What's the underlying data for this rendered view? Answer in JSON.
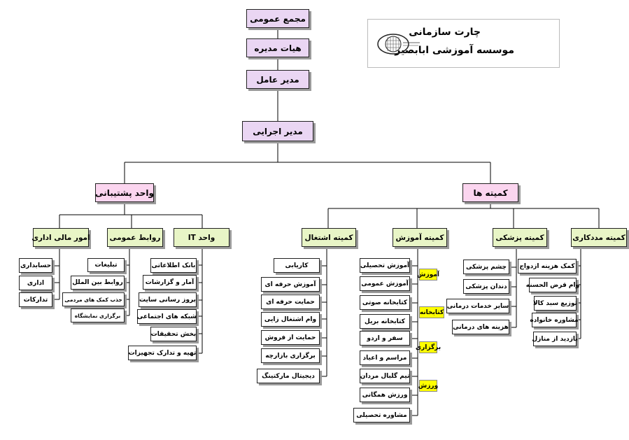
{
  "header": {
    "title": "چارت سازمانی",
    "subtitle": "موسسه آموزشی ابابصیر",
    "logo_icon": "eye-logo-icon"
  },
  "top": {
    "general_assembly": "مجمع عمومی",
    "board": "هیات مدیره",
    "ceo": "مدیر عامل",
    "executive_manager": "مدیر اجرایی"
  },
  "branches": {
    "support": "واحد پشتیبانی",
    "committees": "کمیته ها"
  },
  "support_units": {
    "it": {
      "title": "واحد IT",
      "items": [
        "بانک اطلاعاتی",
        "آمار و گزارشات",
        "بروز رسانی سایت",
        "شبکه های اجتماعی",
        "بخش تحقیقات",
        "تهیه و تدارک تجهیزات"
      ]
    },
    "pr": {
      "title": "روابط عمومی",
      "items": [
        "تبلیغات",
        "روابط بین الملل",
        "جذب کمک های مردمی",
        "برگزاری نمایشگاه"
      ]
    },
    "finance": {
      "title": "امور مالی اداری",
      "items": [
        "حسابداری",
        "اداری",
        "تدارکات"
      ]
    }
  },
  "committees": {
    "aid": {
      "title": "کمیته مددکاری",
      "items": [
        "کمک هزینه ازدواج",
        "وام قرض الحسنه",
        "توزیع سبد کالا",
        "مشاوره خانواده",
        "بازدید از منازل"
      ]
    },
    "medical": {
      "title": "کمیته پزشکی",
      "items": [
        "چشم پزشکی",
        "دندان پزشکی",
        "سایر خدمات درمانی",
        "هزینه های درمانی"
      ]
    },
    "education": {
      "title": "کمیته آموزش",
      "items": [
        "آموزش تحصیلی",
        "آموزش عمومی",
        "کتابخانه صوتی",
        "کتابخانه بریل",
        "سفر و اردو",
        "مراسم و اعیاد",
        "تیم گلبال مردان",
        "ورزش همگانی",
        "مشاوره تحصیلی"
      ],
      "groups": [
        "آموزش",
        "کتابخانه",
        "برگزاری",
        "ورزش"
      ]
    },
    "employment": {
      "title": "کمیته اشتغال",
      "items": [
        "کاریابی",
        "آموزش حرفه ای",
        "حمایت حرفه ای",
        "وام اشتغال زایی",
        "حمایت از فروش",
        "برگزاری بازارچه",
        "دیجیتال مارکتینگ"
      ]
    }
  },
  "colors": {
    "top_fill": "#ead6f3",
    "branch_fill": "#fbd5ef",
    "unit_fill": "#e8f5c6",
    "group_label_fill": "#ffff00",
    "item_fill": "#ffffff"
  }
}
